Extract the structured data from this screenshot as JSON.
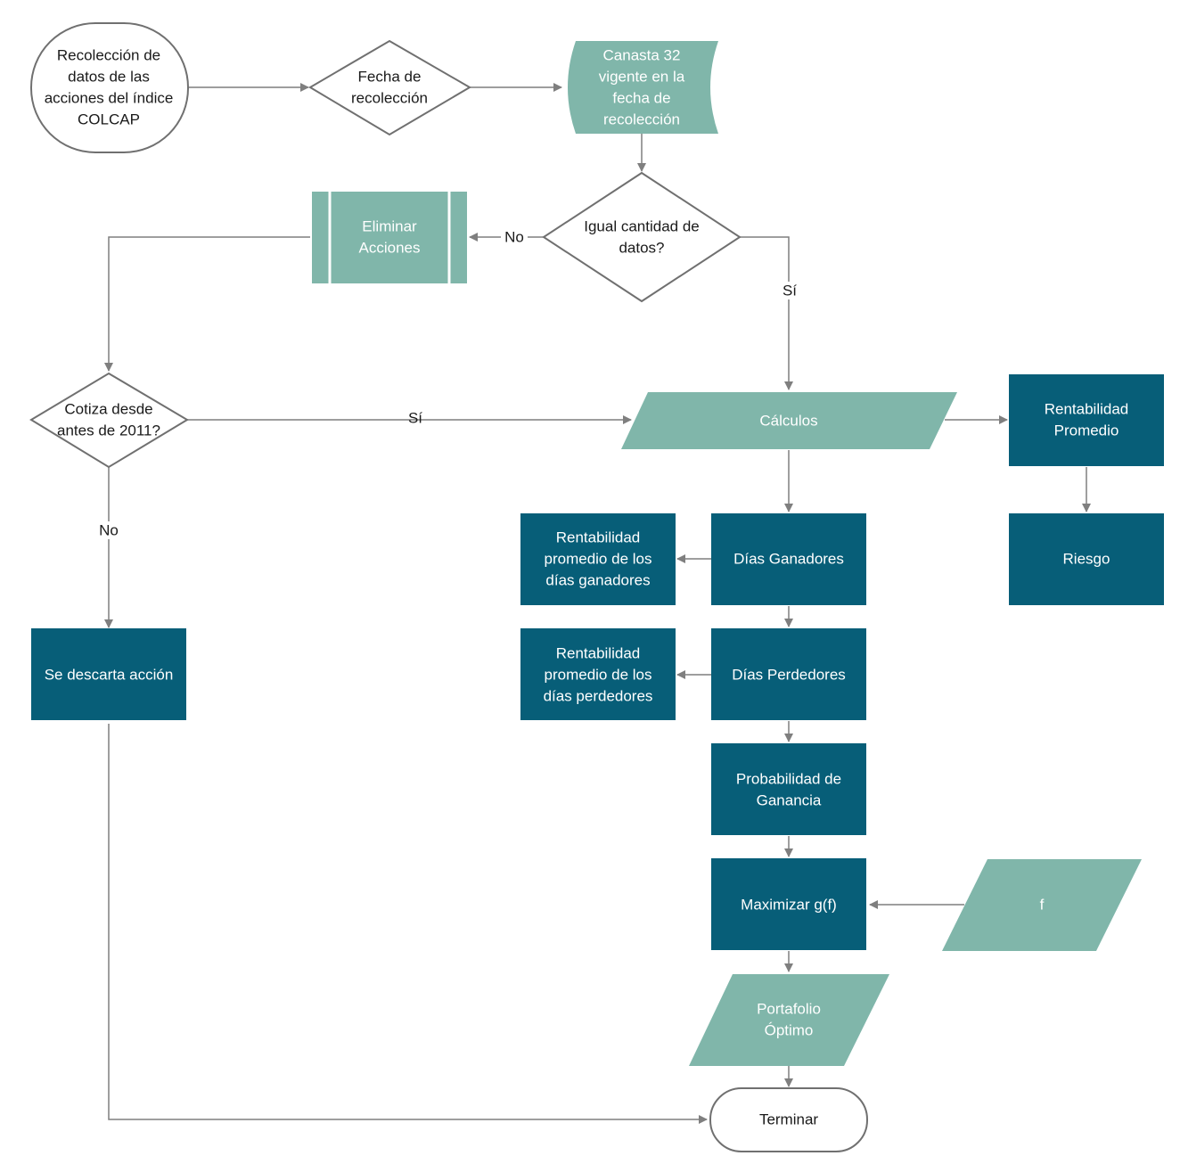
{
  "colors": {
    "dark_box": "#075e78",
    "light_box": "#80b6aa",
    "line": "#7f7f7f",
    "outline": "#707070"
  },
  "nodes": {
    "start": [
      "Recolección de",
      "datos de las",
      "acciones del índice",
      "COLCAP"
    ],
    "fecha": [
      "Fecha de",
      "recolección"
    ],
    "canasta": [
      "Canasta 32",
      "vigente  en la",
      "fecha de",
      "recolección"
    ],
    "igual": [
      "Igual cantidad de",
      "datos?"
    ],
    "eliminar": [
      "Eliminar",
      "Acciones"
    ],
    "cotiza": [
      "Cotiza desde",
      "antes de 2011?"
    ],
    "calculos": [
      "Cálculos"
    ],
    "rent_prom": [
      "Rentabilidad",
      "Promedio"
    ],
    "riesgo": [
      "Riesgo"
    ],
    "rp_ganadores": [
      "Rentabilidad",
      "promedio de los",
      "días ganadores"
    ],
    "dias_ganadores": [
      "Días Ganadores"
    ],
    "rp_perdedores": [
      "Rentabilidad",
      "promedio de los",
      "días perdedores"
    ],
    "dias_perdedores": [
      "Días Perdedores"
    ],
    "descarta": [
      "Se descarta acción"
    ],
    "probabilidad": [
      "Probabilidad de",
      "Ganancia"
    ],
    "maximizar": [
      "Maximizar g(f)"
    ],
    "f": [
      "f"
    ],
    "portafolio": [
      "Portafolio",
      "Óptimo"
    ],
    "terminar": [
      "Terminar"
    ]
  },
  "edge_labels": {
    "igual_no": "No",
    "igual_si": "Sí",
    "cotiza_si": "Sí",
    "cotiza_no": "No"
  }
}
